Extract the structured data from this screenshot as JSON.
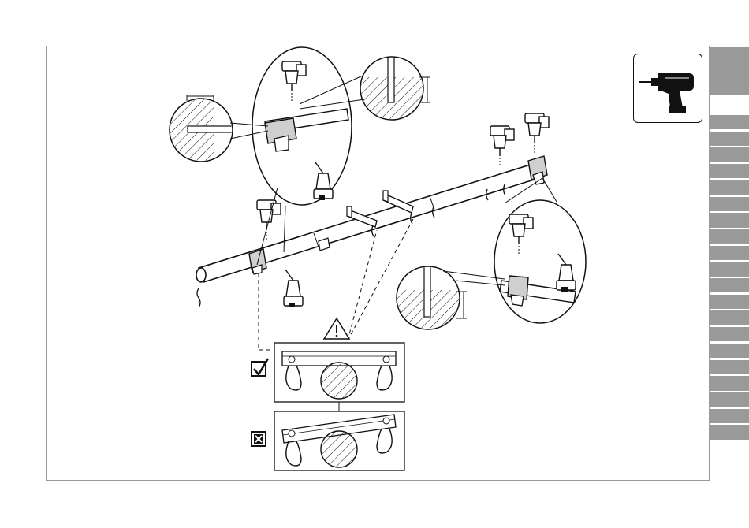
{
  "document": {
    "type": "assembly-instruction-illustration",
    "step_icon": "power-drill-icon",
    "warning_icon": "warning-triangle-icon",
    "correct_mark_icon": "checkbox-checked-icon",
    "wrong_mark_icon": "checkbox-crossed-icon"
  },
  "sidebar": {
    "tab_count": 21,
    "active_tab_index": 0
  },
  "colors": {
    "line": "#111111",
    "sidebar_tab": "#9a9a9a",
    "frame_border": "#9a9a9a",
    "pipe_fill": "#ffffff",
    "bracket_fill": "#cfcfcf"
  }
}
